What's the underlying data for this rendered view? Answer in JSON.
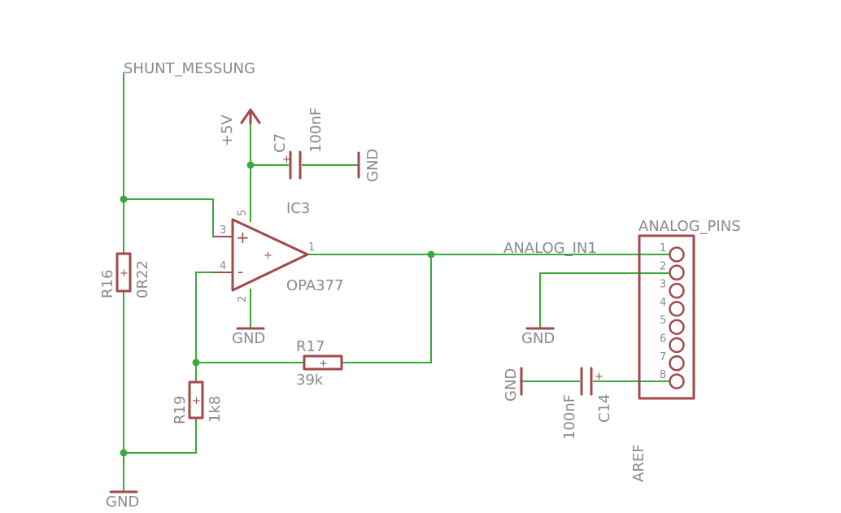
{
  "nets": {
    "shunt": "SHUNT_MESSUNG",
    "analog_in": "ANALOG_IN1",
    "supply": "+5V",
    "gnd": "GND",
    "aref": "AREF"
  },
  "components": {
    "ic3": {
      "name": "IC3",
      "value": "OPA377",
      "pins": {
        "in_plus": "3",
        "in_minus": "4",
        "out": "1",
        "vcc": "5",
        "vee": "2"
      },
      "plus_sign": "+",
      "minus_sign": "-"
    },
    "c7": {
      "name": "C7",
      "value": "100nF"
    },
    "c14": {
      "name": "C14",
      "value": "100nF"
    },
    "r16": {
      "name": "R16",
      "value": "0R22"
    },
    "r17": {
      "name": "R17",
      "value": "39k"
    },
    "r19": {
      "name": "R19",
      "value": "1k8"
    }
  },
  "connector": {
    "name": "ANALOG_PINS",
    "pins": [
      "1",
      "2",
      "3",
      "4",
      "5",
      "6",
      "7",
      "8"
    ]
  },
  "colors": {
    "wire": "#3aa83a",
    "symbol": "#a24a4a",
    "text": "#8a8a8a"
  }
}
